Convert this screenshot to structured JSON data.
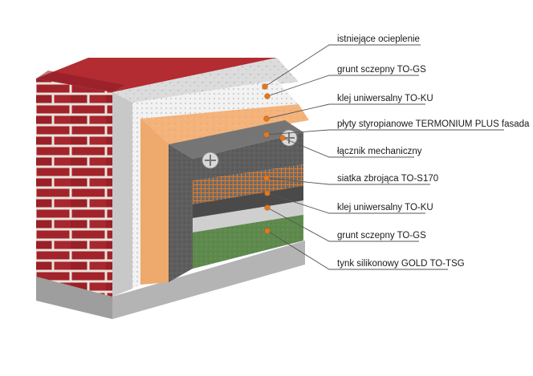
{
  "labels": [
    {
      "id": "existing-insulation",
      "text": "istniejące ocieplenie"
    },
    {
      "id": "primer-1",
      "text": "grunt sczepny TO-GS"
    },
    {
      "id": "adhesive-1",
      "text": "klej uniwersalny TO-KU"
    },
    {
      "id": "eps-boards",
      "text": "płyty styropianowe TERMONIUM PLUS fasada"
    },
    {
      "id": "mechanical-fastener",
      "text": "łącznik mechaniczny"
    },
    {
      "id": "mesh",
      "text": "siatka zbrojąca TO-S170"
    },
    {
      "id": "adhesive-2",
      "text": "klej uniwersalny TO-KU"
    },
    {
      "id": "primer-2",
      "text": "grunt sczepny TO-GS"
    },
    {
      "id": "silicone-plaster",
      "text": "tynk silikonowy GOLD TO-TSG"
    }
  ],
  "colors": {
    "brick": "#a3232a",
    "mortar": "#e8e4dc",
    "existing_render": "#d8d8d8",
    "primer": "#f0f0f0",
    "adhesive": "#f3b37a",
    "eps_board": "#5e5e5e",
    "mesh": "#e07a2a",
    "primer_strip": "#cfcfcf",
    "plaster": "#5f8a4e",
    "marker": "#e2781f"
  }
}
